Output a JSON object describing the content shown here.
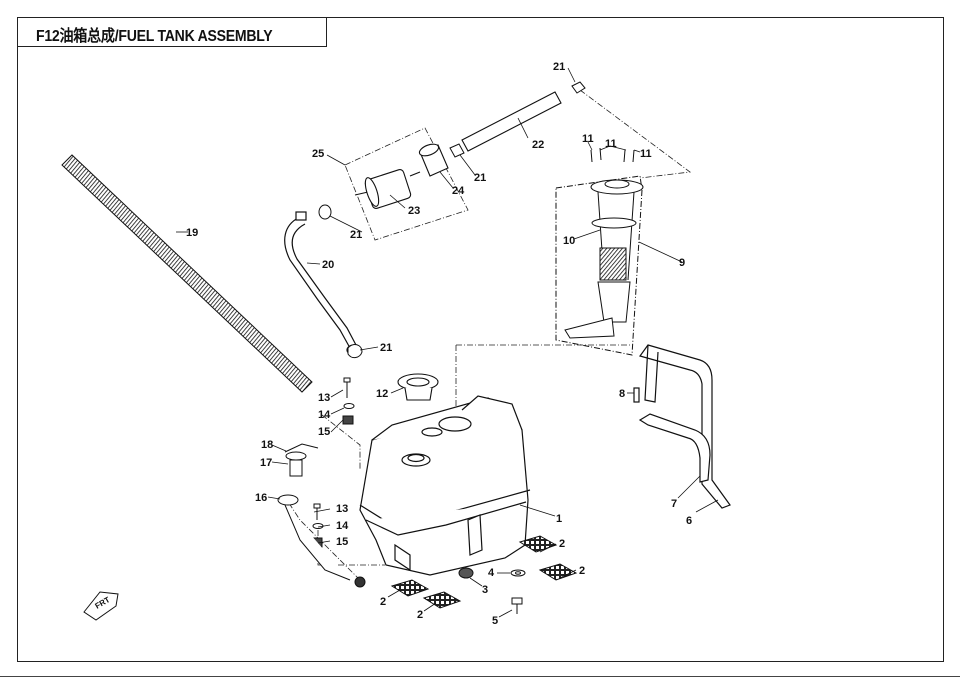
{
  "title": "F12油箱总成/FUEL TANK ASSEMBLY",
  "colors": {
    "line": "#1a1a1a",
    "paper": "#ffffff",
    "shade": "#6a6a6a"
  },
  "callouts": {
    "c1": "1",
    "c2a": "2",
    "c2b": "2",
    "c2c": "2",
    "c2d": "2",
    "c3": "3",
    "c4": "4",
    "c5": "5",
    "c6": "6",
    "c7": "7",
    "c8": "8",
    "c9": "9",
    "c10": "10",
    "c11a": "11",
    "c11b": "11",
    "c11c": "11",
    "c12": "12",
    "c13a": "13",
    "c13b": "13",
    "c14a": "14",
    "c14b": "14",
    "c15a": "15",
    "c15b": "15",
    "c16": "16",
    "c17": "17",
    "c18": "18",
    "c19": "19",
    "c20": "20",
    "c21a": "21",
    "c21b": "21",
    "c21c": "21",
    "c21d": "21",
    "c22": "22",
    "c23": "23",
    "c24": "24",
    "c25": "25"
  },
  "front_marker": "FRT"
}
